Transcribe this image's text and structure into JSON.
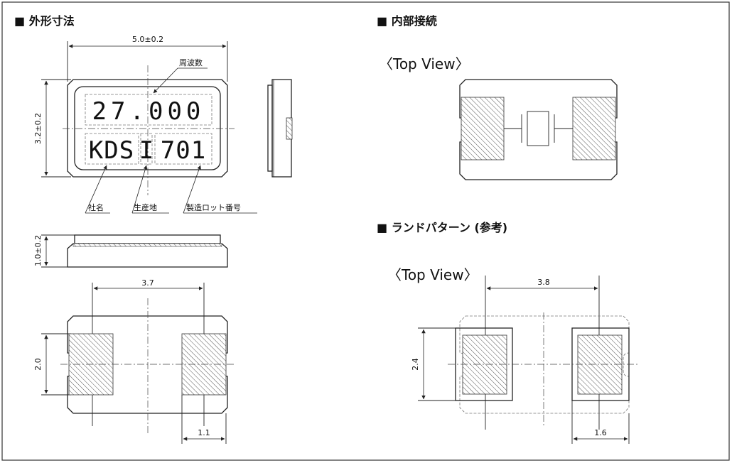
{
  "sections": {
    "outline": "■ 外形寸法",
    "internal": "■ 内部接続",
    "land": "■ ランドパターン (参考)"
  },
  "top_view_1": "〈Top View〉",
  "top_view_2": "〈Top View〉",
  "dims": {
    "length": "5.0±0.2",
    "width": "3.2±0.2",
    "height": "1.0±0.2",
    "pad_pitch": "3.7",
    "pad_height": "2.0",
    "pad_width": "1.1",
    "land_pitch": "3.8",
    "land_height": "2.4",
    "land_width": "1.6"
  },
  "marking": {
    "frequency": "27.000",
    "company": "KDS",
    "origin": "I",
    "lot": "701"
  },
  "callouts": {
    "frequency": "周波数",
    "company": "社名",
    "origin": "生産地",
    "lot": "製造ロット番号"
  }
}
